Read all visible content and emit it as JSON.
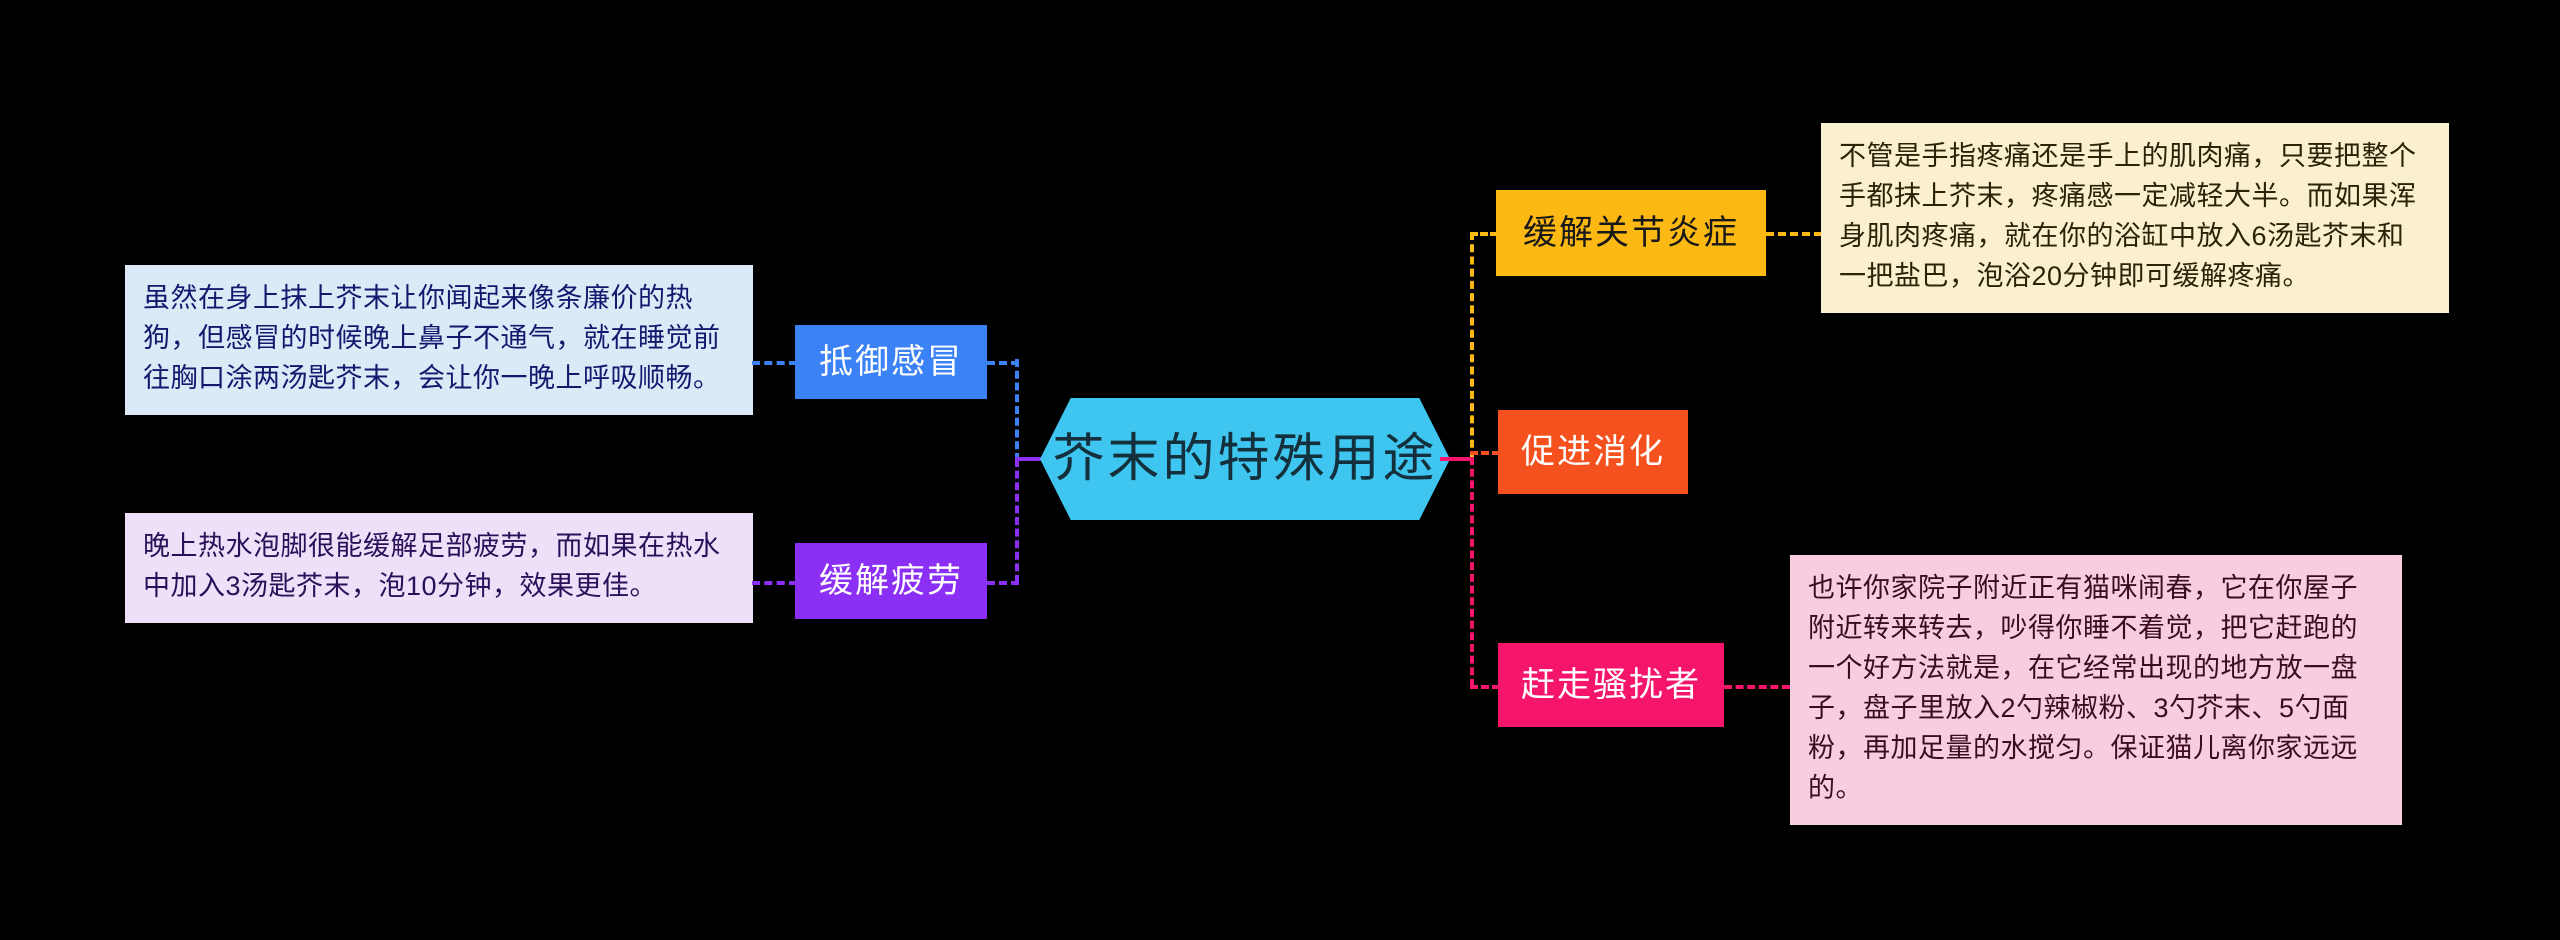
{
  "diagram": {
    "type": "mindmap",
    "background_color": "#000000",
    "center": {
      "label": "芥末的特殊用途",
      "shape": "hexagon",
      "color": "#3ec6f0",
      "text_color": "#15303d"
    },
    "branches": [
      {
        "id": "cold",
        "label": "抵御感冒",
        "color": "#3b82f6",
        "text_color": "#ffffff",
        "side": "left",
        "detail": "虽然在身上抹上芥末让你闻起来像条廉价的热狗，但感冒的时候晚上鼻子不通气，就在睡觉前往胸口涂两汤匙芥末，会让你一晚上呼吸顺畅。",
        "detail_bg": "#dce9f7",
        "detail_text_color": "#14196e"
      },
      {
        "id": "fatigue",
        "label": "缓解疲劳",
        "color": "#8b2ff5",
        "text_color": "#ffffff",
        "side": "left",
        "detail": "晚上热水泡脚很能缓解足部疲劳，而如果在热水中加入3汤匙芥末，泡10分钟，效果更佳。",
        "detail_bg": "#ece1f9",
        "detail_text_color": "#2a1059"
      },
      {
        "id": "arthritis",
        "label": "缓解关节炎症",
        "color": "#fcb813",
        "text_color": "#181818",
        "side": "right",
        "detail": "不管是手指疼痛还是手上的肌肉痛，只要把整个手都抹上芥末，疼痛感一定减轻大半。而如果浑身肌肉疼痛，就在你的浴缸中放入6汤匙芥末和一把盐巴，泡浴20分钟即可缓解疼痛。",
        "detail_bg": "#faf0cf",
        "detail_text_color": "#2b2207"
      },
      {
        "id": "digestion",
        "label": "促进消化",
        "color": "#f4511e",
        "text_color": "#ffffff",
        "side": "right",
        "detail": "",
        "detail_bg": "",
        "detail_text_color": ""
      },
      {
        "id": "pests",
        "label": "赶走骚扰者",
        "color": "#f5166b",
        "text_color": "#ffffff",
        "side": "right",
        "detail": "也许你家院子附近正有猫咪闹春，它在你屋子附近转来转去，吵得你睡不着觉，把它赶跑的一个好方法就是，在它经常出现的地方放一盘子，盘子里放入2勺辣椒粉、3勺芥末、5勺面粉，再加足量的水搅匀。保证猫儿离你家远远的。"
      }
    ]
  }
}
